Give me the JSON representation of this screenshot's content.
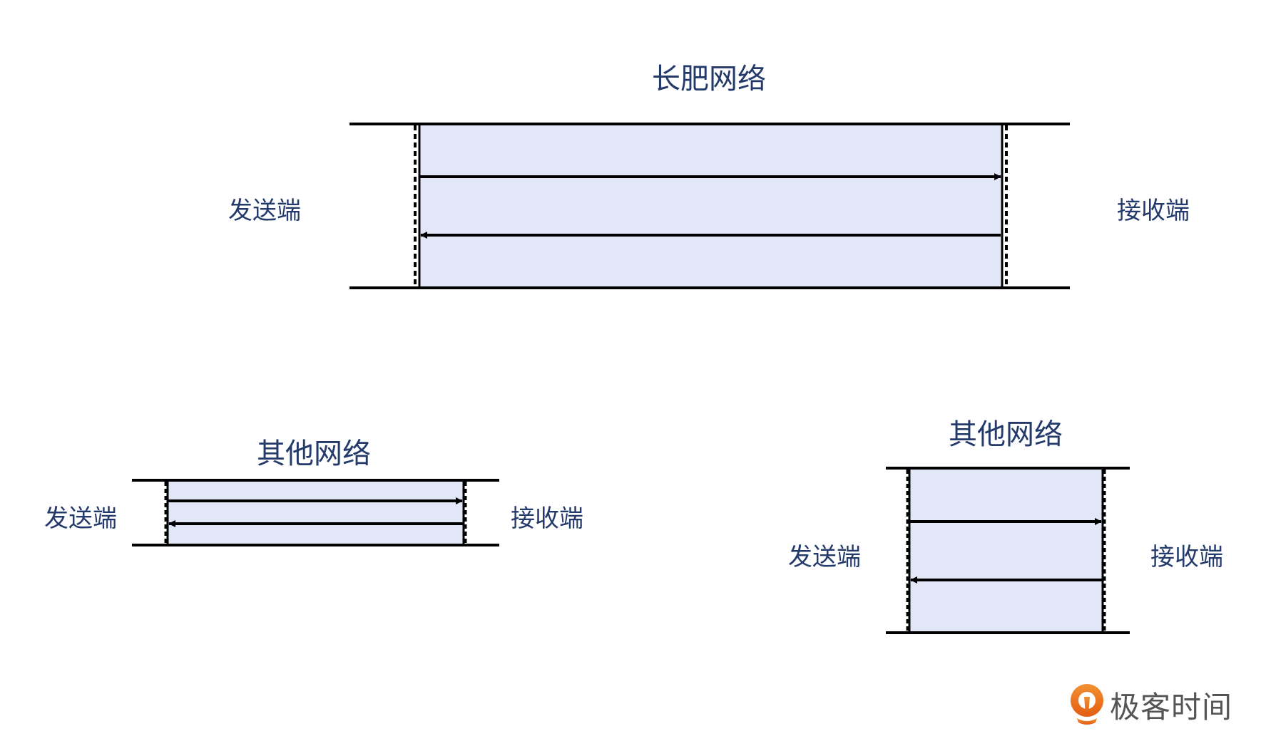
{
  "colors": {
    "text": "#233a6b",
    "pipe_fill": "#e1e7f6",
    "line": "#000000",
    "brand": "#e8711c",
    "brand_text": "#555555"
  },
  "diagrams": [
    {
      "title": "长肥网络",
      "sender_label": "发送端",
      "receiver_label": "接收端",
      "description": "long and wide pipe",
      "arrows": [
        "sender-to-receiver",
        "receiver-to-sender"
      ]
    },
    {
      "title": "其他网络",
      "sender_label": "发送端",
      "receiver_label": "接收端",
      "description": "narrow pipe",
      "arrows": [
        "sender-to-receiver",
        "receiver-to-sender"
      ]
    },
    {
      "title": "其他网络",
      "sender_label": "发送端",
      "receiver_label": "接收端",
      "description": "short pipe",
      "arrows": [
        "sender-to-receiver",
        "receiver-to-sender"
      ]
    }
  ],
  "watermark": {
    "icon": "geektime-logo-icon",
    "text": "极客时间"
  }
}
